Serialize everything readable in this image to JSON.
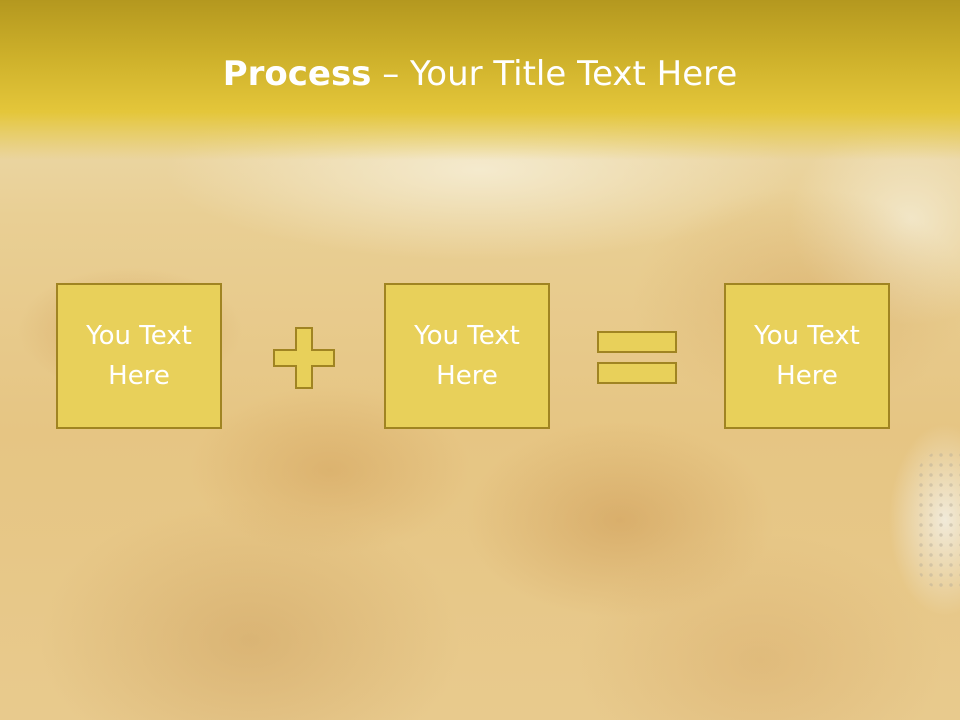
{
  "slide": {
    "title_bold": "Process",
    "title_rest": " – Your Title Text Here"
  },
  "boxes": [
    {
      "line1": "You Text",
      "line2": "Here"
    },
    {
      "line1": "You Text",
      "line2": "Here"
    },
    {
      "line1": "You Text",
      "line2": "Here"
    }
  ],
  "icons": {
    "operator_1": "plus-icon",
    "operator_2": "equals-icon"
  },
  "colors": {
    "header": "#cdb02a",
    "box_fill": "#e8d05a",
    "box_border": "#a08422",
    "text": "#ffffff"
  }
}
